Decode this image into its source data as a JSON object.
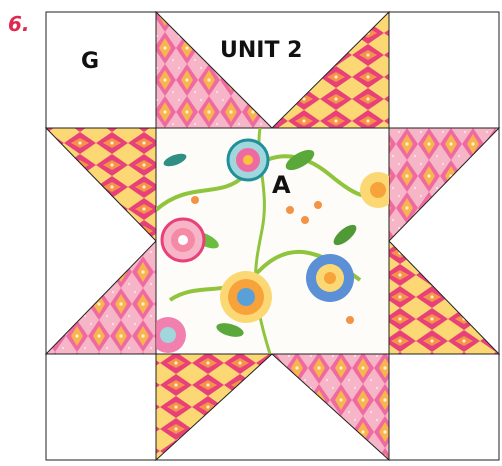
{
  "step_number": "6.",
  "labels": {
    "corner": "G",
    "unit": "UNIT 2",
    "center": "A"
  },
  "colors": {
    "accent": "#e0284f",
    "outline": "#222222",
    "background": "#ffffff",
    "center_fabric": "#fdfcf8",
    "point_fabrics": [
      "#f06aa2",
      "#f9c23c",
      "#f7a23b",
      "#f6b6c8",
      "#e8417a",
      "#fbd873",
      "#f48aa6",
      "#fde08b",
      "#f29345"
    ]
  },
  "motifs": {
    "flowers": [
      "pink-medallion-flower",
      "teal-medallion-flower",
      "orange-daisy",
      "blue-flower",
      "yellow-daisy"
    ],
    "foliage": [
      "green-vine",
      "green-leaf",
      "orange-berry"
    ]
  }
}
